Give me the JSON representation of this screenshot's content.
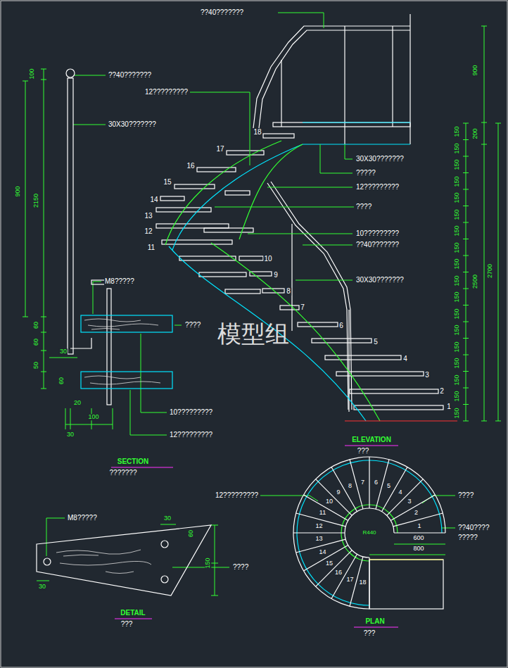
{
  "diagram": {
    "labels": [
      "??40???????",
      "??40???????",
      "12?????????",
      "30X30???????",
      "M8?????",
      "????",
      "10?????????",
      "12?????????",
      "100",
      "900",
      "2150",
      "60",
      "60",
      "30",
      "50",
      "60",
      "20",
      "100",
      "30",
      "1",
      "2",
      "3",
      "4",
      "5",
      "6",
      "7",
      "8",
      "9",
      "10",
      "11",
      "12",
      "13",
      "14",
      "15",
      "16",
      "17",
      "18",
      "30X30???????",
      "?????",
      "12?????????",
      "????",
      "10?????????",
      "??40???????",
      "30X30???????",
      "900",
      "200",
      "2700",
      "2500",
      "150",
      "150",
      "150",
      "150",
      "150",
      "150",
      "150",
      "150",
      "150",
      "150",
      "150",
      "150",
      "150",
      "150",
      "150",
      "150",
      "150",
      "150",
      "ELEVATION",
      "???",
      "SECTION",
      "???????",
      "M8?????",
      "30",
      "60",
      "150",
      "30",
      "????",
      "DETAIL",
      "???",
      "12?????????",
      "????",
      "??40????",
      "?????",
      "1",
      "2",
      "3",
      "4",
      "5",
      "6",
      "7",
      "8",
      "9",
      "10",
      "11",
      "12",
      "13",
      "14",
      "15",
      "16",
      "17",
      "18",
      "600",
      "800",
      "R440",
      "PLAN",
      "???",
      "模型组"
    ]
  }
}
